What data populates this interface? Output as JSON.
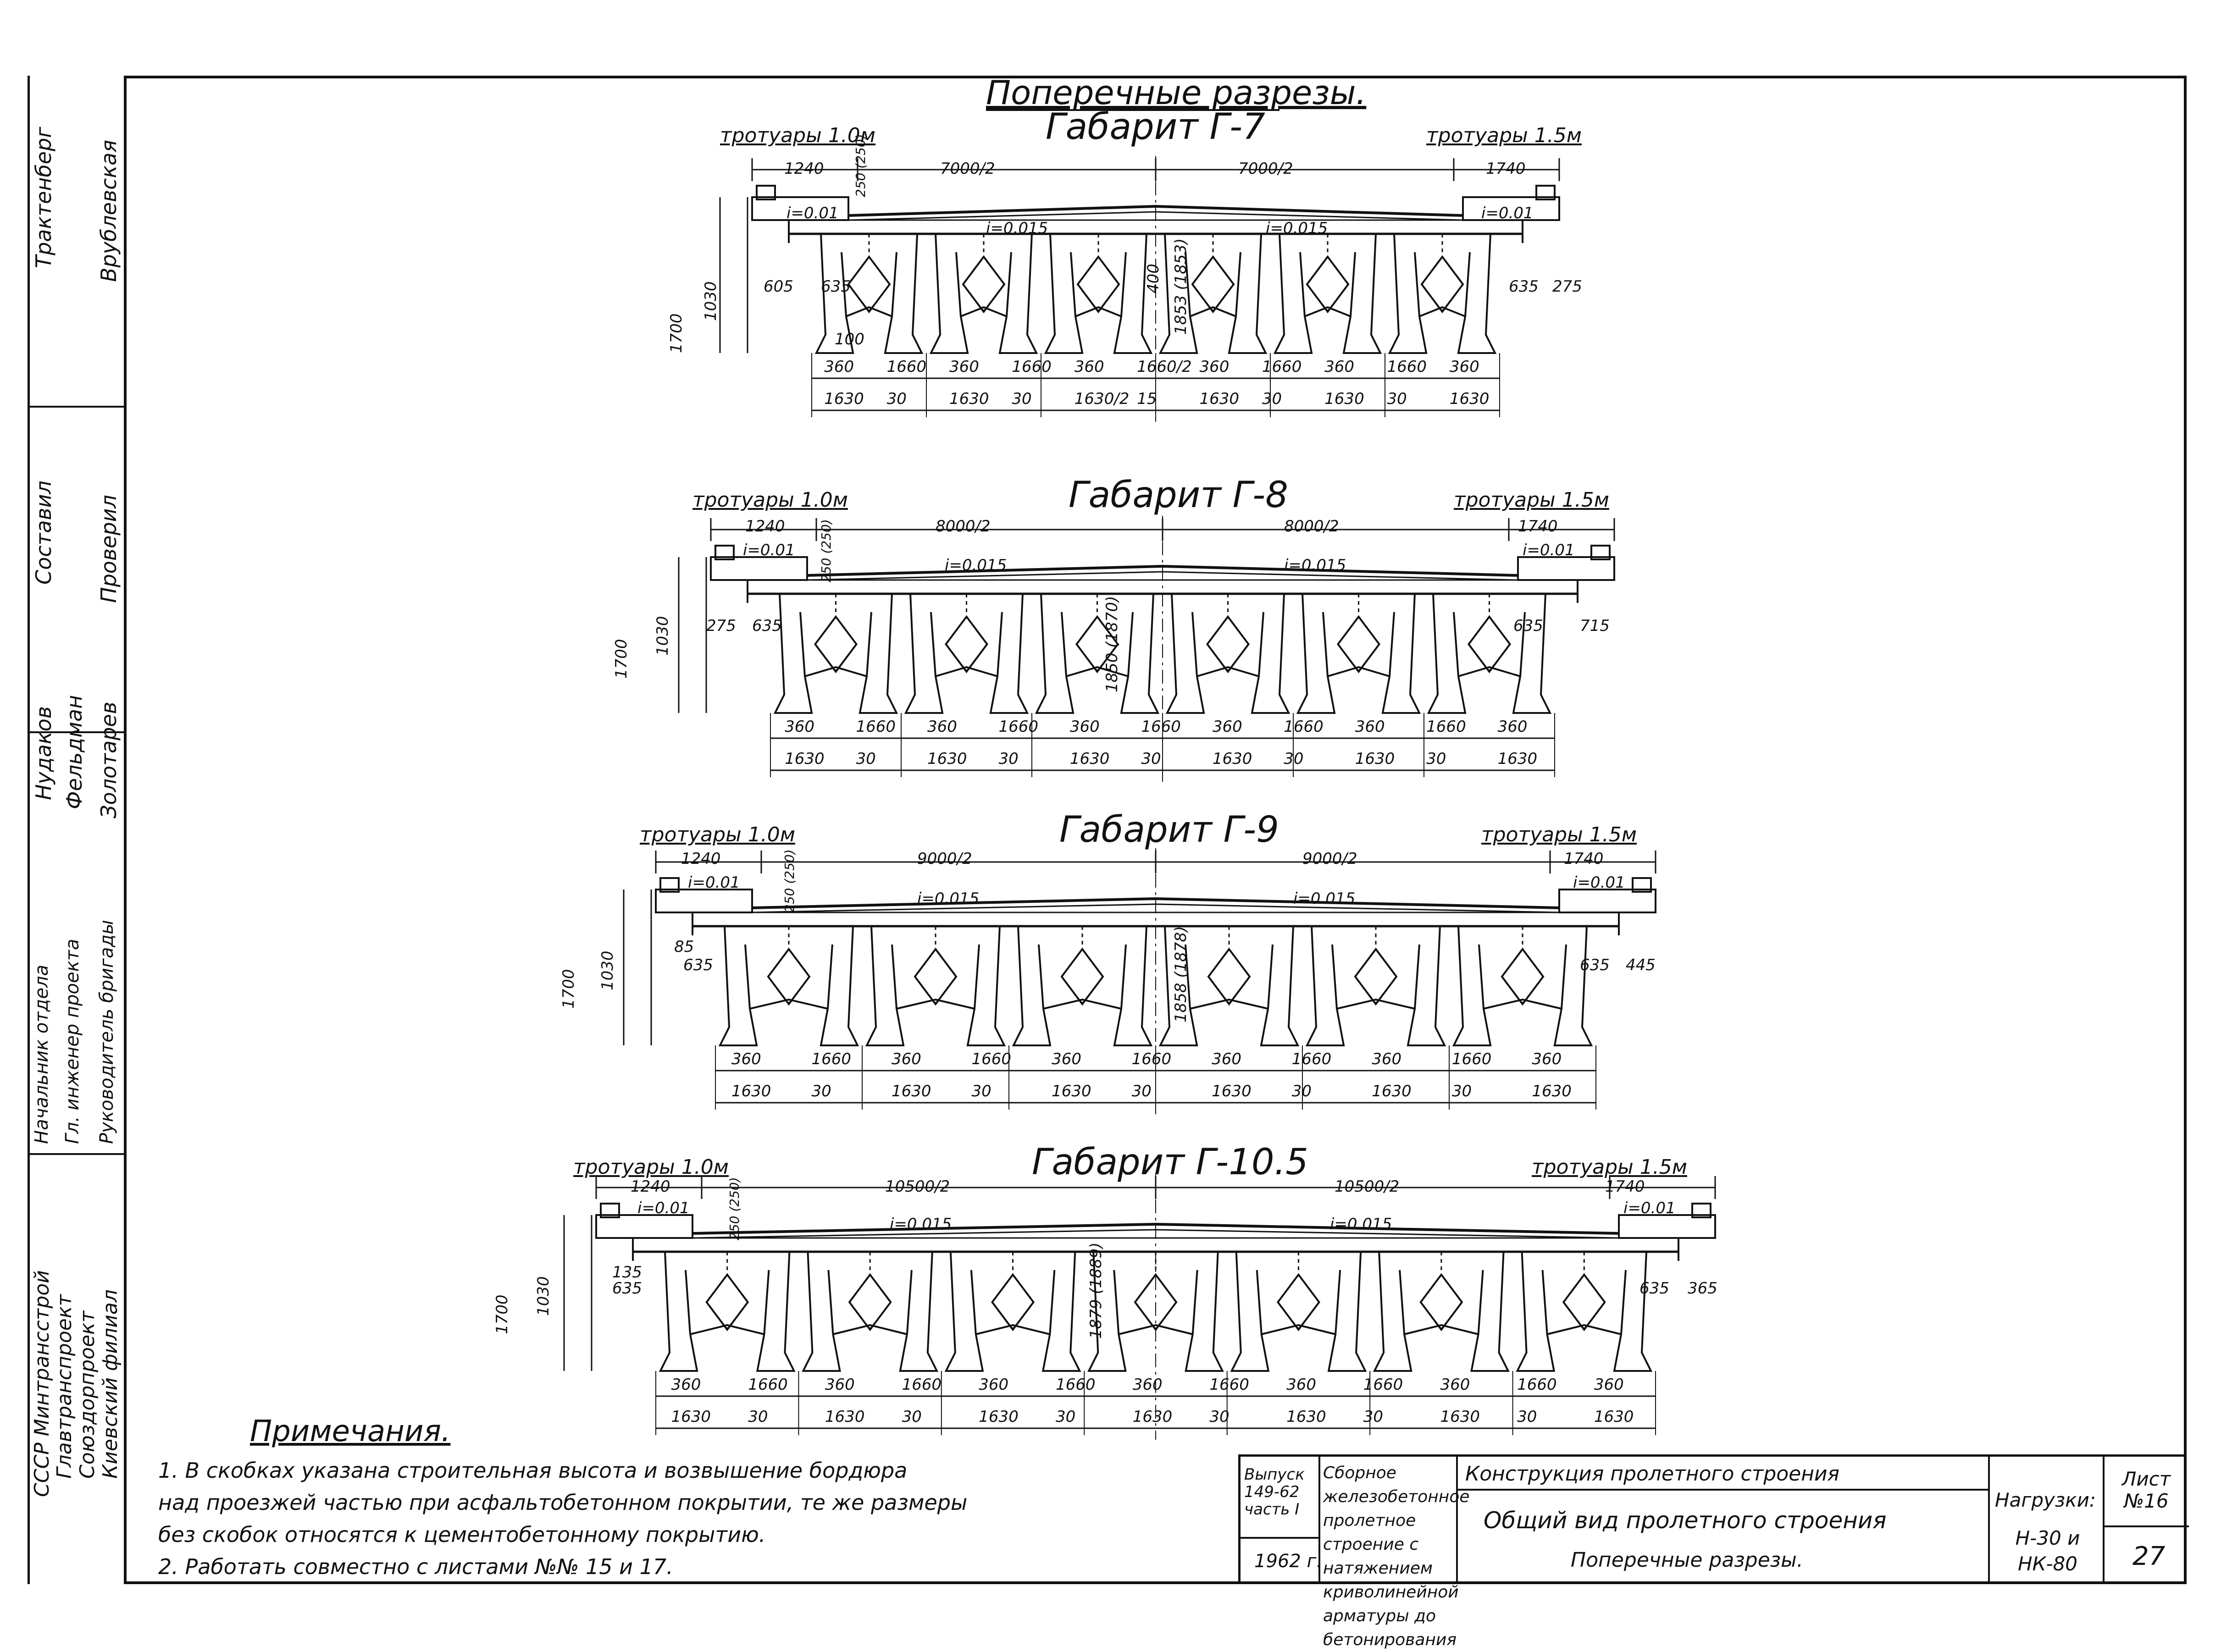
{
  "header": {
    "title": "Поперечные разрезы."
  },
  "sections": [
    {
      "title": "Габарит Г-7",
      "left_walk": "тротуары 1.0м",
      "right_walk": "тротуары 1.5м",
      "dims_top": [
        "1240",
        "7000/2",
        "7000/2",
        "1740"
      ],
      "dims_misc": [
        "i=0.01",
        "i=0.015",
        "i=0.015",
        "i=0.01",
        "250 (250)",
        "1853 (1853)",
        "605",
        "635",
        "635",
        "275",
        "1700",
        "1030",
        "100",
        "400"
      ],
      "dims_bottom1": [
        "360",
        "1660",
        "360",
        "1660",
        "360",
        "1660/2",
        "360",
        "1660",
        "360",
        "1660",
        "360"
      ],
      "dims_bottom2": [
        "1630",
        "30",
        "1630",
        "30",
        "1630/2",
        "15",
        "1630",
        "30",
        "1630",
        "30",
        "1630"
      ]
    },
    {
      "title": "Габарит Г-8",
      "left_walk": "тротуары 1.0м",
      "right_walk": "тротуары 1.5м",
      "dims_top": [
        "1240",
        "8000/2",
        "8000/2",
        "1740"
      ],
      "dims_misc": [
        "i=0.01",
        "i=0.015",
        "i=0.015",
        "i=0.01",
        "250 (250)",
        "1850 (1870)",
        "275",
        "635",
        "635",
        "715",
        "1700",
        "1030"
      ],
      "dims_bottom1": [
        "360",
        "1660",
        "360",
        "1660",
        "360",
        "1660",
        "360",
        "1660",
        "360",
        "1660",
        "360"
      ],
      "dims_bottom2": [
        "1630",
        "30",
        "1630",
        "30",
        "1630",
        "30",
        "1630",
        "30",
        "1630",
        "30",
        "1630"
      ]
    },
    {
      "title": "Габарит Г-9",
      "left_walk": "тротуары 1.0м",
      "right_walk": "тротуары 1.5м",
      "dims_top": [
        "1240",
        "9000/2",
        "9000/2",
        "1740"
      ],
      "dims_misc": [
        "i=0.01",
        "i=0.015",
        "i=0.015",
        "i=0.01",
        "250 (250)",
        "1858 (1878)",
        "85",
        "635",
        "635",
        "445",
        "1700",
        "1030"
      ],
      "dims_bottom1": [
        "360",
        "1660",
        "360",
        "1660",
        "360",
        "1660",
        "360",
        "1660",
        "360",
        "1660",
        "360"
      ],
      "dims_bottom2": [
        "1630",
        "30",
        "1630",
        "30",
        "1630",
        "30",
        "1630",
        "30",
        "1630",
        "30",
        "1630"
      ]
    },
    {
      "title": "Габарит Г-10.5",
      "left_walk": "тротуары 1.0м",
      "right_walk": "тротуары 1.5м",
      "dims_top": [
        "1240",
        "10500/2",
        "10500/2",
        "1740"
      ],
      "dims_misc": [
        "i=0.01",
        "i=0.015",
        "i=0.015",
        "i=0.01",
        "250 (250)",
        "1879 (1889)",
        "135",
        "635",
        "635",
        "365",
        "1700",
        "1030"
      ],
      "dims_bottom1": [
        "360",
        "1660",
        "360",
        "1660",
        "360",
        "1660",
        "360",
        "1660",
        "360",
        "1660",
        "360",
        "1660",
        "360"
      ],
      "dims_bottom2": [
        "1630",
        "30",
        "1630",
        "30",
        "1630",
        "30",
        "1630",
        "30",
        "1630",
        "30",
        "1630",
        "30",
        "1630"
      ]
    }
  ],
  "notes": {
    "heading": "Примечания.",
    "line1": "1. В скобках указана строительная высота и возвышение бордюра",
    "line2": "над проезжей частью при асфальтобетонном покрытии, те же размеры",
    "line3": "без скобок относятся к цементобетонному покрытию.",
    "line4": "2. Работать совместно с листами №№ 15 и 17."
  },
  "left_strip": {
    "row1_role": "Трактенберг",
    "row1_name": "Врублевская",
    "row2_role": "Составил",
    "row2_name": "Проверил",
    "row3_names": [
      "Нудаков",
      "Фельдман",
      "Золотарев"
    ],
    "row3_roles": [
      "Начальник отдела",
      "Гл. инженер проекта",
      "Руководитель бригады"
    ],
    "org": [
      "СССР Минтрансстрой",
      "Главтранспроект",
      "Союздорпроект",
      "Киевский филиал"
    ]
  },
  "title_block": {
    "issue": "Выпуск 149-62 часть I",
    "year": "1962 г.",
    "description": "Сборное железобетонное пролетное строение с натяжением криволинейной арматуры до бетонирования",
    "construction": "Конструкция пролетного строения",
    "sheet_title": "Общий вид пролетного строения",
    "sheet_subtitle": "Поперечные разрезы.",
    "loads_label": "Нагрузки:",
    "loads": "Н-30 и НК-80",
    "sheet_label": "Лист №16",
    "sheet_number": "27"
  }
}
